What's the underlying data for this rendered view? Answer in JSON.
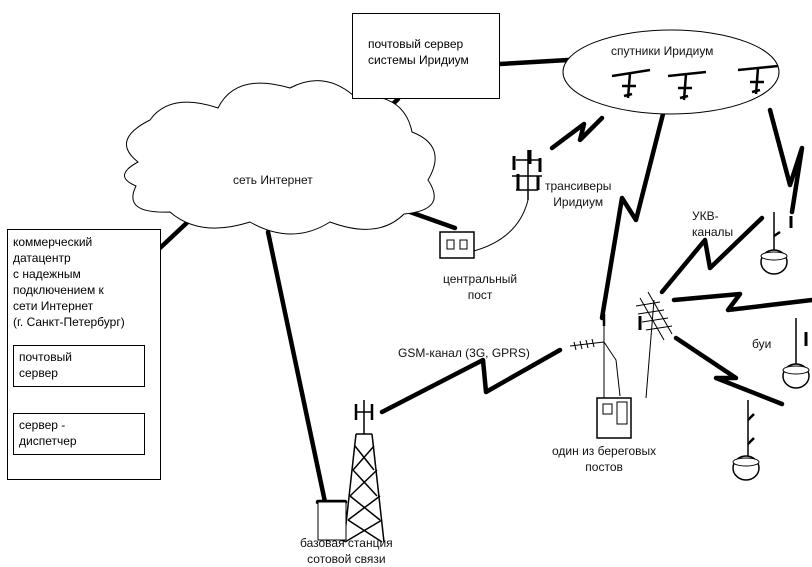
{
  "nodes": {
    "mail_server": "почтовый сервер\nсистемы Иридиум",
    "satellites": "спутники Иридиум",
    "internet": "сеть Интернет",
    "transceivers": "трансиверы\nИридиум",
    "central_post": "центральный\nпост",
    "datacenter": "коммерческий\nдатацентр\nс надежным\nподключением к\nсети Интернет\n(г. Санкт-Петербург)",
    "dc_mail_server": "почтовый\nсервер",
    "dc_dispatcher": "сервер -\nдиспетчер",
    "gsm_channel": "GSM-канал (3G, GPRS)",
    "vhf_channels": "УКВ-\nканалы",
    "buoys": "буи",
    "coastal_post": "один из береговых\nпостов",
    "base_station": "базовая станция\nсотовой связи"
  }
}
